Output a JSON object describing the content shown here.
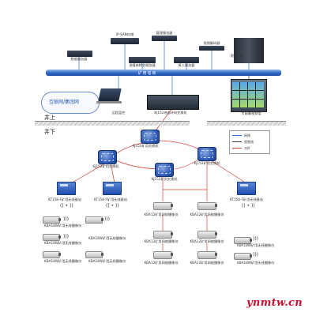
{
  "labels": {
    "ip_san": "IP-SAN存储",
    "mgmt_server": "管理服务器",
    "data_server": "数据服务器",
    "streaming_server": "流媒体转发服务器",
    "access_server": "接入服务器",
    "video_decoder": "视频解码器",
    "video_matrix": "视频矩阵",
    "backbone": "矿 用 电 网",
    "internet": "互联网/集团网",
    "remote_monitor": "远程监控",
    "core_switch": "KJ152地面环网交换机",
    "video_wall": "大屏幕视频墙",
    "above_ground": "井上",
    "underground": "井下",
    "ring_switch_top": "KJ152矿用交换机",
    "ring_switch_left": "KJ152矿用交换机",
    "ring_switch_right": "KJ152矿用交换机",
    "ring_switch_center": "KJ152矿用交换机",
    "base_station_1": "KT158-F矿用无线基站",
    "base_station_2": "KT158-F矿用无线基站",
    "base_station_3": "KT158-F矿用无线基站",
    "camera_a1": "KBA18W矿用无线摄像仪",
    "camera_a2": "KBA18W矿用无线摄像仪",
    "camera_a3": "KBA18W矿用无线摄像仪",
    "camera_a4": "KBA18W矿用无线摄像仪",
    "camera_a5": "KBA18W矿用无线摄像仪",
    "camera_b1": "KBA12矿用网络摄像仪",
    "camera_b2": "KBA12矿用网络摄像仪",
    "camera_b3": "KBA12矿用网络摄像仪",
    "camera_b4": "KBA12矿用网络摄像仪",
    "camera_b5": "KBA12矿用网络摄像仪",
    "camera_b6": "KBA12矿用网络摄像仪",
    "camera_c1": "KBA18W矿用无线摄像仪",
    "camera_c2": "KBA18W矿用无线摄像仪"
  },
  "legend": [
    {
      "label": "网线",
      "color": "#2f6fd6"
    },
    {
      "label": "视频线",
      "color": "#333333"
    },
    {
      "label": "光纤",
      "color": "#d6423a"
    }
  ],
  "watermark": "ynmtw.cn",
  "colors": {
    "fiber": "#d6423a",
    "ethernet": "#2f6fd6",
    "bus": "#2e67c6"
  }
}
